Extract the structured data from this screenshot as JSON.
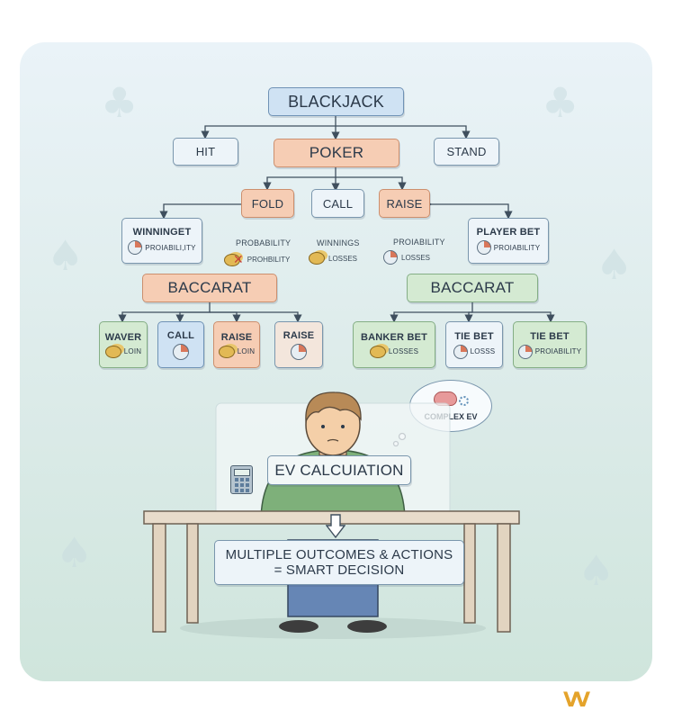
{
  "top": {
    "blackjack": "BLACKJACK",
    "hit": "HIT",
    "stand": "STAND",
    "poker": "POKER"
  },
  "poker_actions": {
    "fold": "FOLD",
    "call": "CALL",
    "raise": "RAISE"
  },
  "left_card": {
    "title": "WINNINGET",
    "sub": "PROIABILI,ITY"
  },
  "right_card": {
    "title": "PLAYER BET",
    "sub": "PROIABILITY"
  },
  "middle_labels": {
    "col1_head": "PROBABILITY",
    "col1_sub": "PROHBILITY",
    "col2_head": "WINNINGS",
    "col2_sub": "LOSSES",
    "col3_head": "PROIABILITY",
    "col3_sub": "LOSSES"
  },
  "baccarat_left": "BACCARAT",
  "baccarat_right": "BACCARAT",
  "left_leaves": [
    {
      "title": "WAVER",
      "sub": "LOIN"
    },
    {
      "title": "CALL",
      "sub": ""
    },
    {
      "title": "RAISE",
      "sub": "LOIN"
    },
    {
      "title": "RAISE",
      "sub": ""
    }
  ],
  "right_leaves": [
    {
      "title": "BANKER BET",
      "sub": "LOSSES"
    },
    {
      "title": "TIE BET",
      "sub": "LOSSS"
    },
    {
      "title": "TIE BET",
      "sub": "PROIABILITY"
    }
  ],
  "thought": "COMPLEX EV",
  "ev_label": "EV CALCUIATION",
  "summary": {
    "line1": "MULTIPLE OUTCOMES & ACTIONS",
    "line2": "= SMART DECISION"
  },
  "icons": [
    "pie-chart-icon",
    "coins-icon",
    "cross-icon",
    "brain-icon",
    "gear-icon",
    "calculator-icon",
    "down-arrow-icon",
    "logo-icon"
  ],
  "colors": {
    "blue": "#cfe2f3",
    "orange": "#f6cdb4",
    "green": "#d4ead2",
    "logo": "#e4a32b"
  }
}
